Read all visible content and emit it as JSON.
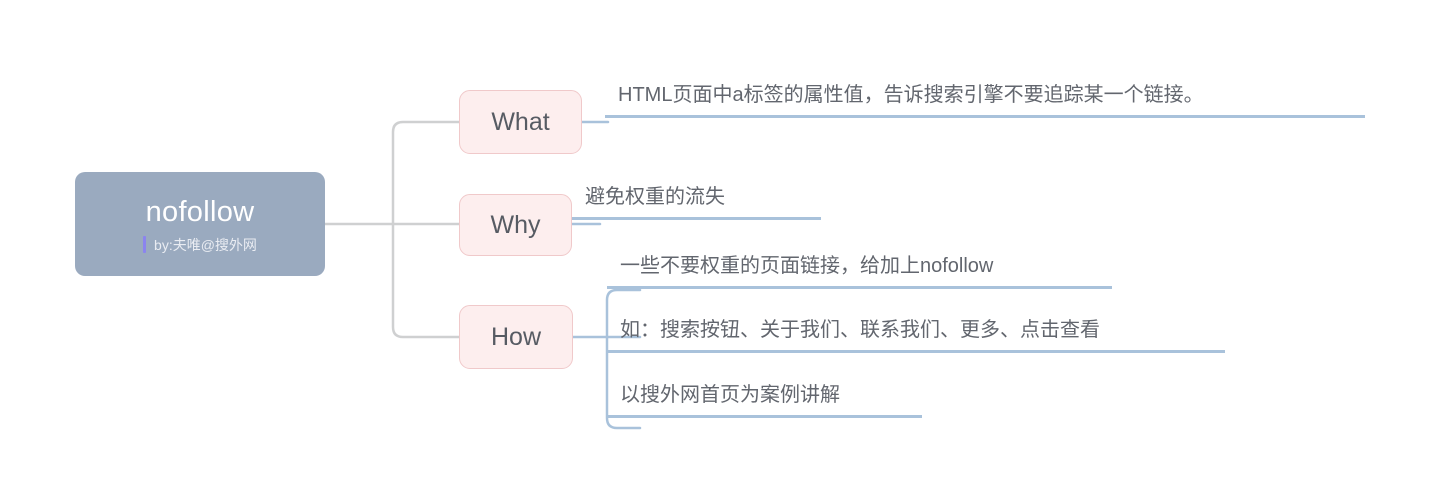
{
  "diagram": {
    "type": "mind-map",
    "title": "nofollow",
    "background_color": "#ffffff",
    "root": {
      "label": "nofollow",
      "byline": "by:夫唯@搜外网",
      "fill_color": "#9aaabf",
      "text_color": "#ffffff",
      "accent_bar_color": "#8b84ef"
    },
    "branch_style": {
      "fill_color": "#fdeeee",
      "border_color": "#f0c9ca",
      "text_color": "#575b63"
    },
    "connector_colors": {
      "root_to_branch": "#cfd0d1",
      "branch_to_leaf": "#a9c2db"
    },
    "leaf_style": {
      "text_color": "#62666e",
      "underline_color": "#a9c2db"
    },
    "branches": [
      {
        "label": "What",
        "leaves": [
          "HTML页面中a标签的属性值，告诉搜索引擎不要追踪某一个链接。"
        ]
      },
      {
        "label": "Why",
        "leaves": [
          "避免权重的流失"
        ]
      },
      {
        "label": "How",
        "leaves": [
          "一些不要权重的页面链接，给加上nofollow",
          "如：搜索按钮、关于我们、联系我们、更多、点击查看",
          "以搜外网首页为案例讲解"
        ]
      }
    ]
  }
}
